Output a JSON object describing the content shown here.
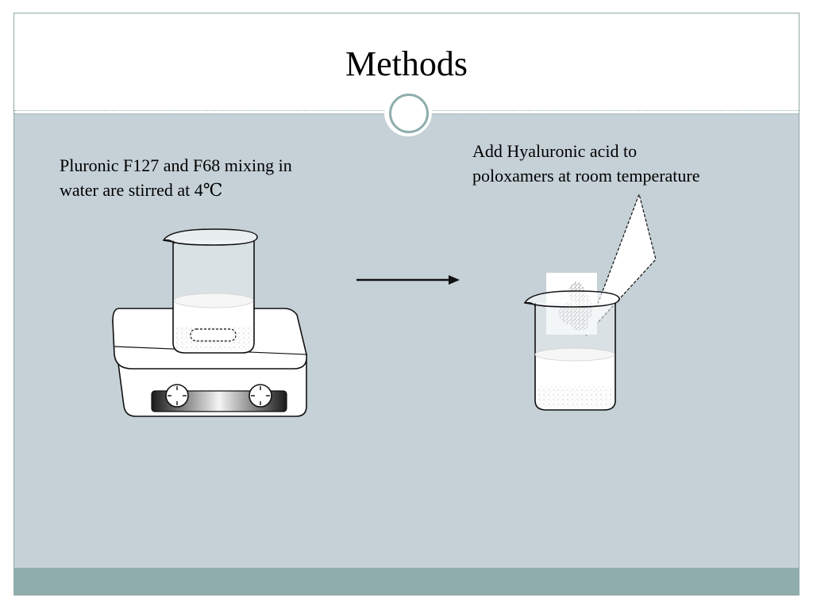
{
  "slide": {
    "title": "Methods"
  },
  "steps": [
    {
      "lines": [
        "Pluronic F127 and F68  mixing in",
        "water are stirred at 4℃"
      ]
    },
    {
      "lines": [
        "Add Hyaluronic acid to",
        "poloxamers at room temperature"
      ]
    }
  ],
  "colors": {
    "panel": "#c5d1d7",
    "footer": "#8fadad",
    "accent": "#8fa9a8",
    "liquid": "#ffffff"
  },
  "icons": {
    "stirrer": "magnetic-stirrer-icon",
    "beaker": "beaker-icon",
    "arrow": "right-arrow-icon",
    "powder": "powder-stream-icon"
  }
}
